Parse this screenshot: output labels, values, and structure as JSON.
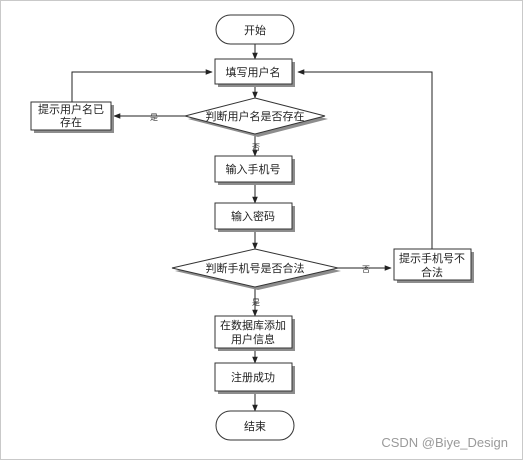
{
  "nodes": {
    "start": "开始",
    "fill_username": "填写用户名",
    "check_username": "判断用户名是否存在",
    "username_exists": [
      "提示用户名已",
      "存在"
    ],
    "input_phone": "输入手机号",
    "input_password": "输入密码",
    "check_phone": "判断手机号是否合法",
    "phone_invalid": [
      "提示手机号不",
      "合法"
    ],
    "add_user": [
      "在数据库添加",
      "用户信息"
    ],
    "register_success": "注册成功",
    "end": "结束"
  },
  "edge_labels": {
    "username_yes": "是",
    "username_no": "否",
    "phone_no": "否",
    "phone_yes": "是"
  },
  "watermark": "CSDN @Biye_Design",
  "colors": {
    "stroke": "#333333",
    "shadow": "#8d8d8d",
    "background": "#ffffff"
  }
}
